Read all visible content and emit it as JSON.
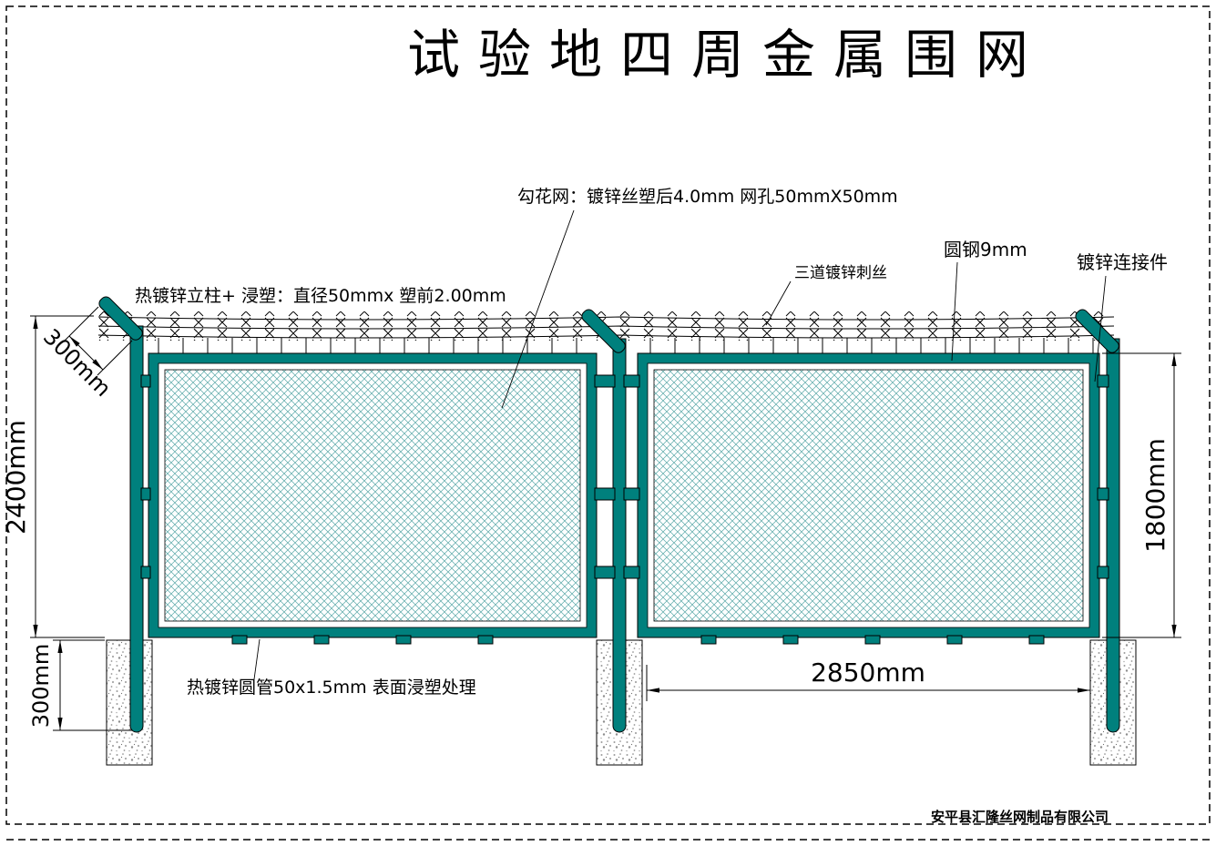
{
  "title": "试验地四周金属围网",
  "annotations": {
    "mesh_label": "勾花网：镀锌丝塑后4.0mm   网孔50mmX50mm",
    "post_label": "热镀锌立柱+ 浸塑：直径50mmx 塑前2.00mm",
    "barbed_wire_label": "三道镀锌刺丝",
    "round_steel_label": "圆钢9mm",
    "connector_label": "镀锌连接件",
    "tube_label": "热镀锌圆管50x1.5mm  表面浸塑处理"
  },
  "dimensions": {
    "overall_height": "2400mm",
    "arm_length": "300mm",
    "buried_depth": "300mm",
    "panel_height": "1800mm",
    "post_spacing": "2850mm"
  },
  "footer": {
    "company": "安平县汇隆丝网制品有限公司"
  },
  "colors": {
    "steel": "#00807d",
    "mesh_line": "#5aa7a7",
    "line": "#000000"
  }
}
